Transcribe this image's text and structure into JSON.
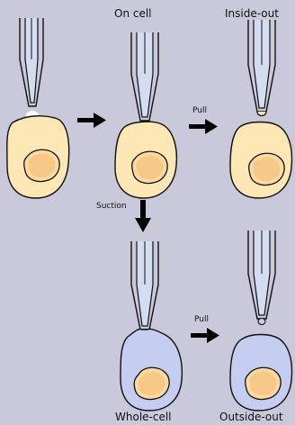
{
  "labels": {
    "on_cell": "On cell",
    "inside_out": "Inside-out",
    "whole_cell": "Whole-cell",
    "outside_out": "Outside-out",
    "pull_1": "Pull",
    "pull_2": "Pull",
    "suction": "Suction"
  },
  "colors": {
    "background": "#c9c9db",
    "cell_membrane_intact": "#fde8b5",
    "cell_membrane_opened": "#c5cef0",
    "nucleus_fill": "#fcd9a0",
    "nucleus_inner": "#f7c888",
    "pipette_solution": "#d4dcf0",
    "outline": "#111111",
    "arrow": "#000000"
  }
}
